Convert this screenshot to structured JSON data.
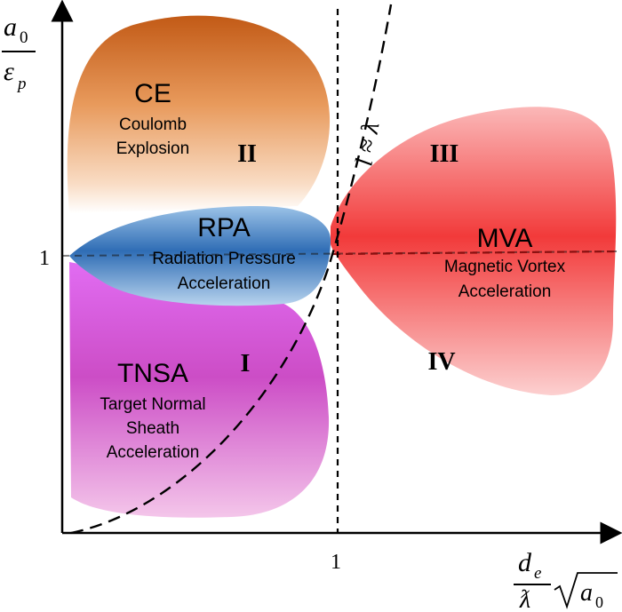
{
  "axes": {
    "y_label_top": "a",
    "y_label_top_sub": "0",
    "y_label_bottom": "ε",
    "y_label_bottom_sub": "p",
    "x_label_top": "d",
    "x_label_top_sub": "e",
    "x_label_bottom": "ƛ",
    "x_label_sqrt_var": "a",
    "x_label_sqrt_sub": "0",
    "y_tick": "1",
    "x_tick": "1"
  },
  "curve_label": "l ≈ λ",
  "regions": {
    "ce": {
      "abbr": "CE",
      "line1": "Coulomb",
      "line2": "Explosion",
      "numeral": "II",
      "color_top": "#c8611a",
      "color_bottom": "#ffffff"
    },
    "rpa": {
      "abbr": "RPA",
      "line1": "Radiation Pressure",
      "line2": "Acceleration",
      "color": "#2f6db5"
    },
    "tnsa": {
      "abbr": "TNSA",
      "line1": "Target Normal",
      "line2": "Sheath",
      "line3": "Acceleration",
      "numeral": "I",
      "color": "#d04fd0"
    },
    "mva": {
      "abbr": "MVA",
      "line1": "Magnetic Vortex",
      "line2": "Acceleration",
      "numeral_top": "III",
      "numeral_bottom": "IV",
      "color": "#f23a3a"
    }
  }
}
